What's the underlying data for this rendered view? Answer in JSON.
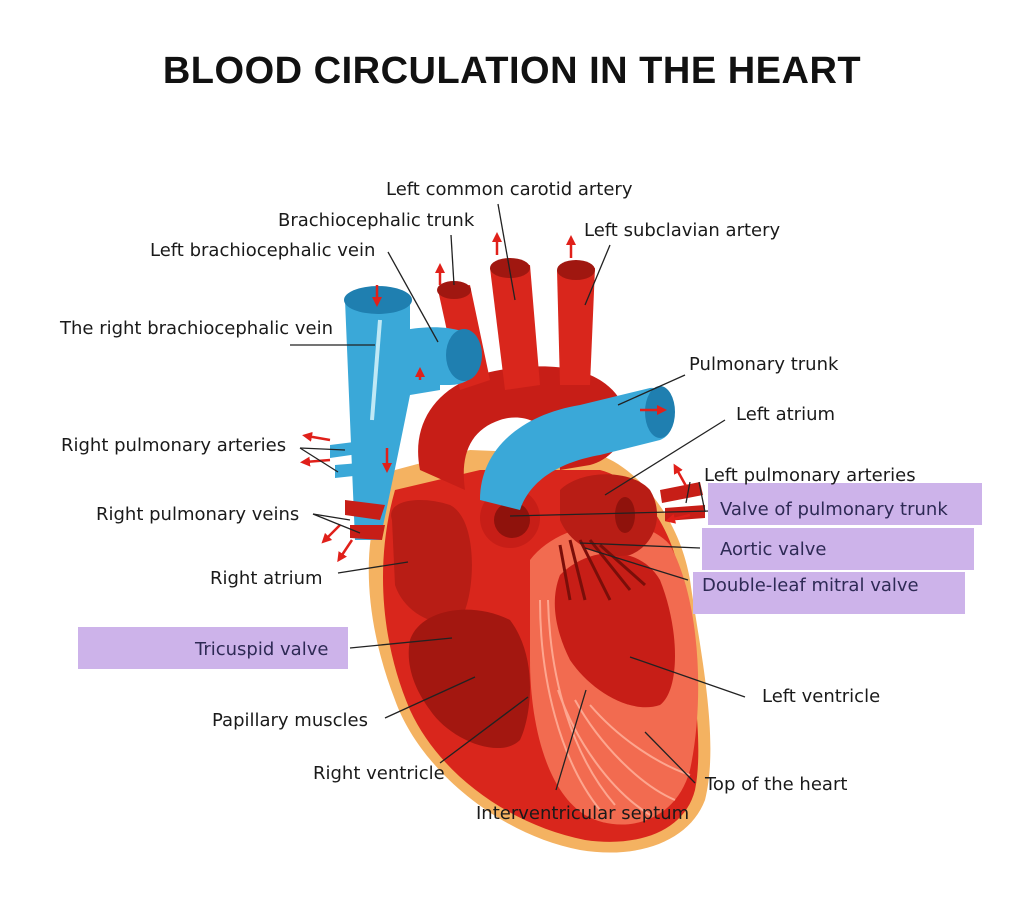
{
  "title": "BLOOD CIRCULATION IN THE HEART",
  "colors": {
    "highlight": "#cdb3ea",
    "vein_blue": "#3aa8d8",
    "artery_red": "#d9261c",
    "muscle_light": "#f26b50",
    "fat_yellow": "#f4b261",
    "arrow_red": "#e0201a"
  },
  "labels": {
    "left_common_carotid_artery": "Left common carotid artery",
    "brachiocephalic_trunk": "Brachiocephalic trunk",
    "left_subclavian_artery": "Left subclavian artery",
    "left_brachiocephalic_vein": "Left brachiocephalic vein",
    "right_brachiocephalic_vein": "The right brachiocephalic vein",
    "pulmonary_trunk": "Pulmonary trunk",
    "left_atrium": "Left atrium",
    "right_pulmonary_arteries": "Right pulmonary arteries",
    "left_pulmonary_arteries": "Left pulmonary arteries",
    "valve_of_pulmonary_trunk": "Valve of pulmonary trunk",
    "right_pulmonary_veins": "Right pulmonary veins",
    "aortic_valve": "Aortic valve",
    "double_leaf_mitral_valve": "Double-leaf mitral valve",
    "right_atrium": "Right atrium",
    "tricuspid_valve": "Tricuspid valve",
    "left_ventricle": "Left ventricle",
    "papillary_muscles": "Papillary muscles",
    "right_ventricle": "Right ventricle",
    "top_of_the_heart": "Top of the heart",
    "interventricular_septum": "Interventricular septum"
  }
}
